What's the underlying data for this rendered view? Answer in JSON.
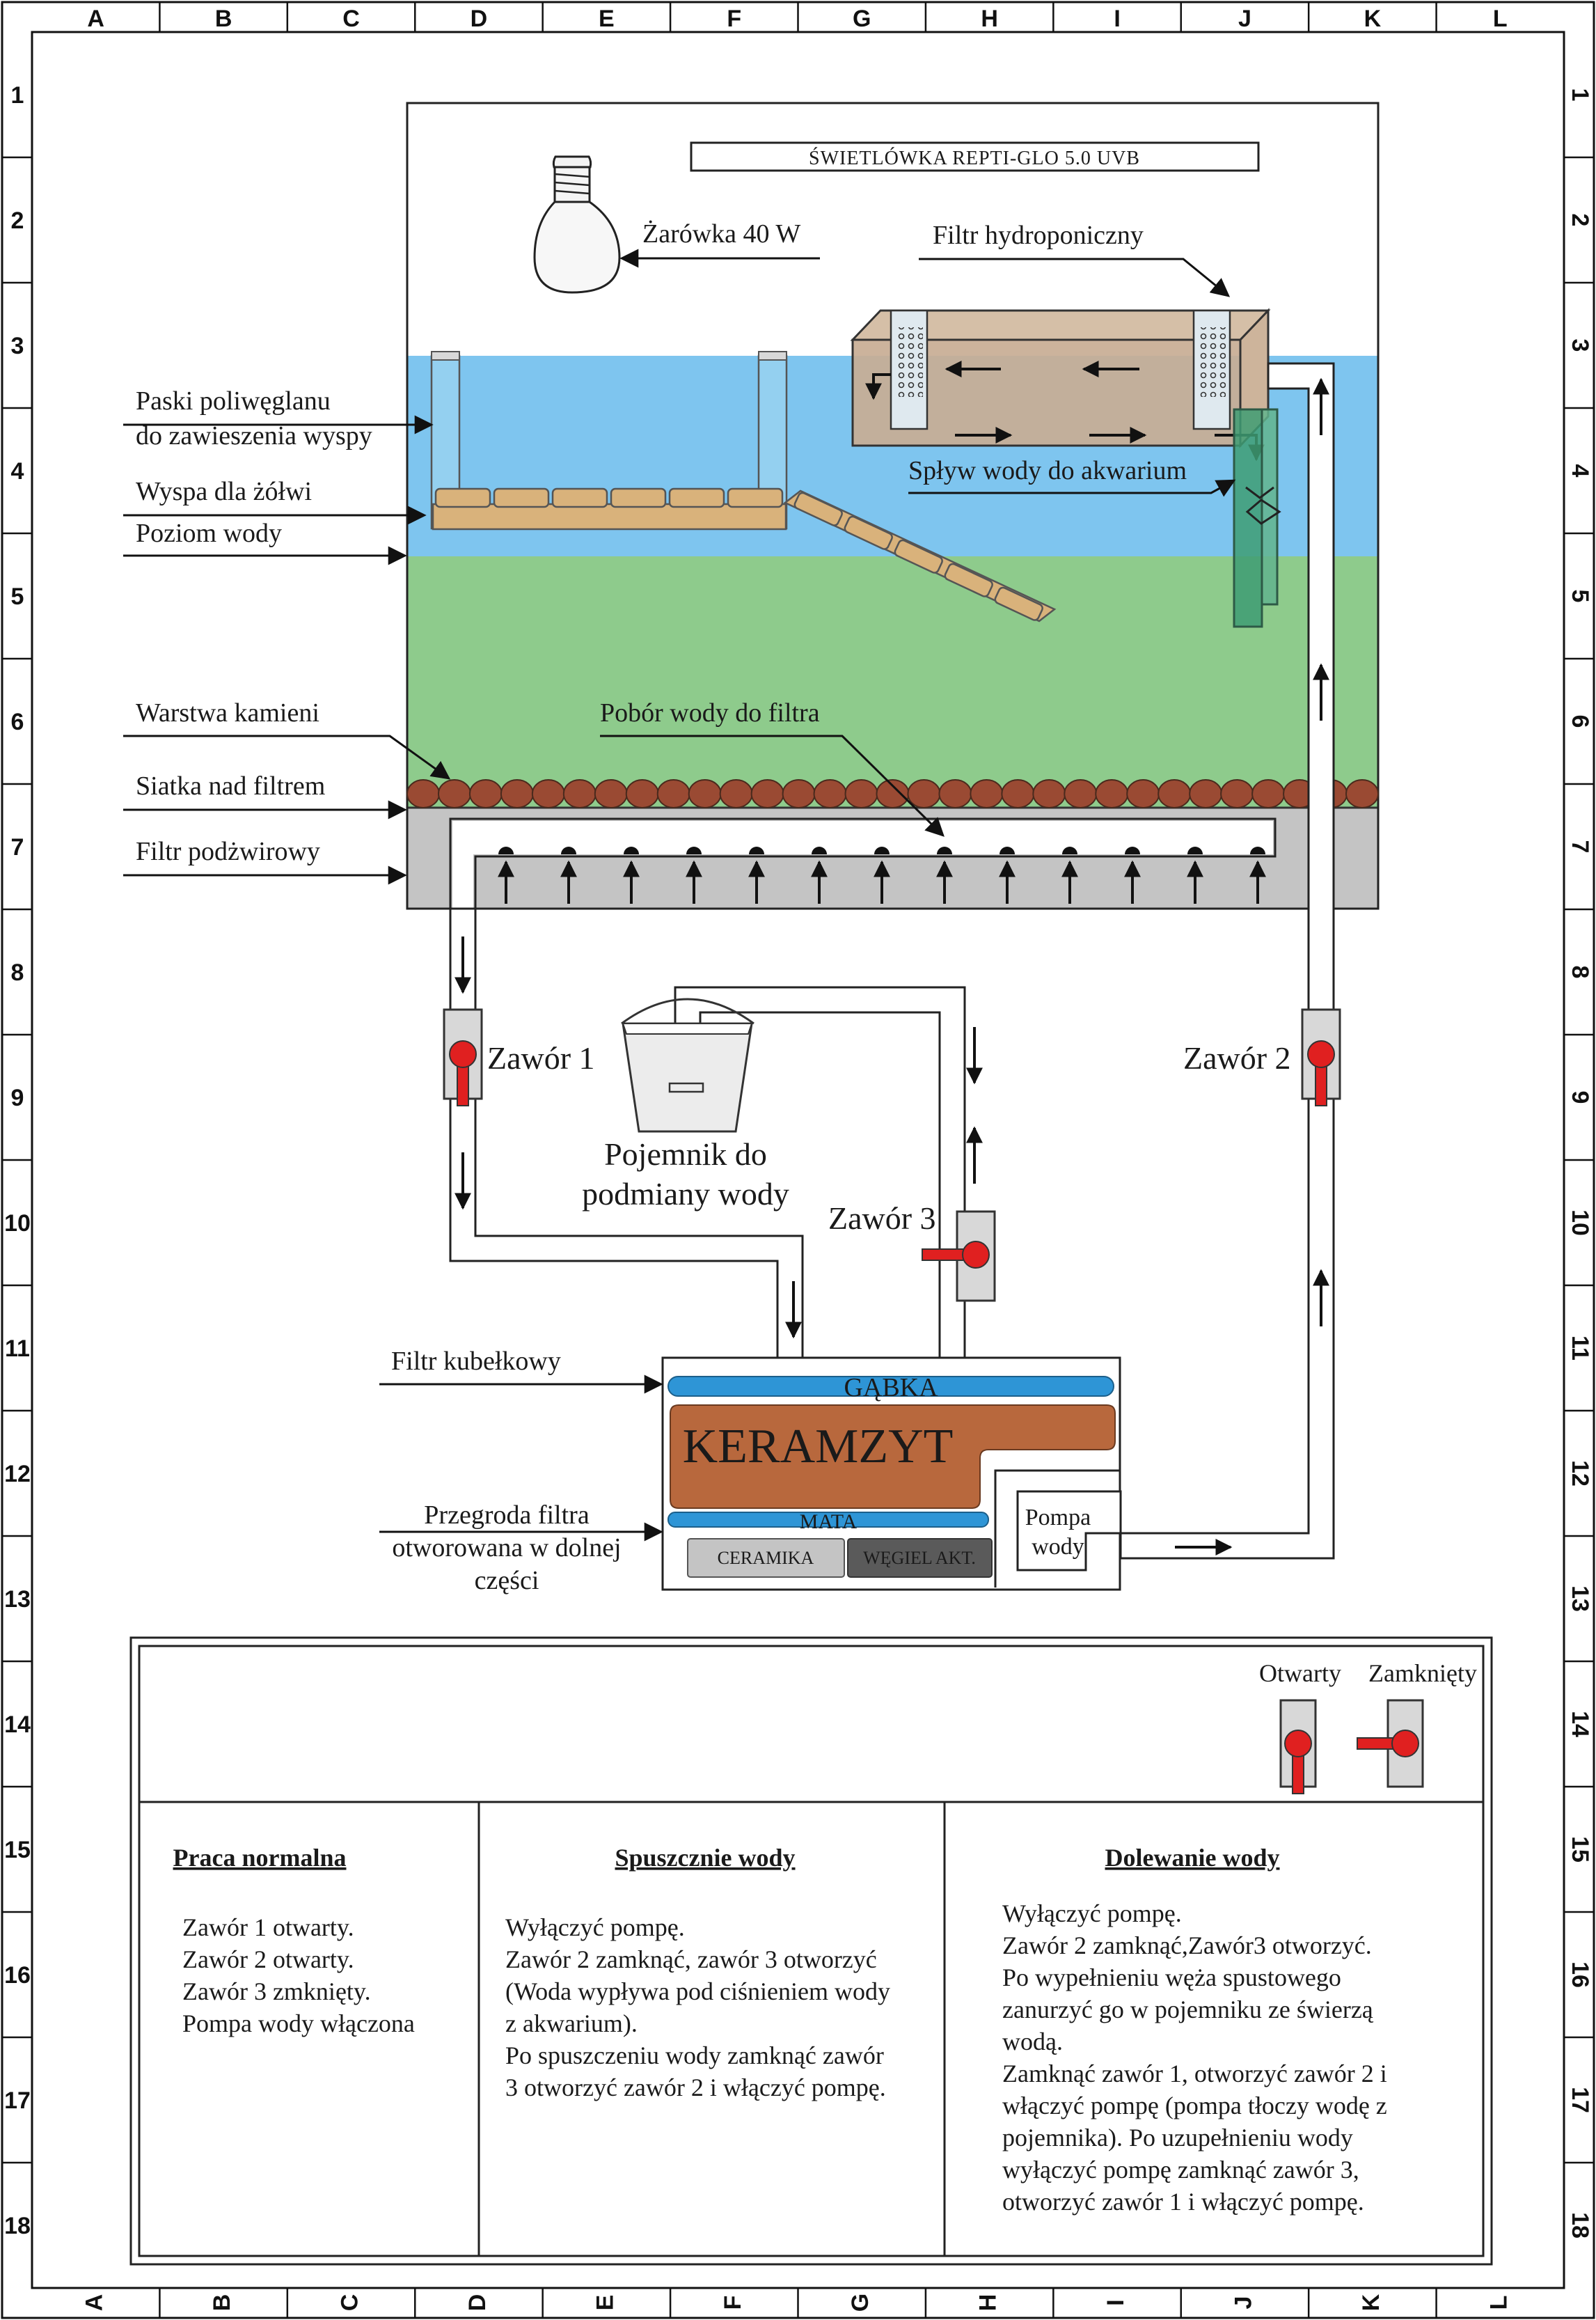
{
  "grid": {
    "columns": [
      "A",
      "B",
      "C",
      "D",
      "E",
      "F",
      "G",
      "H",
      "I",
      "J",
      "K",
      "L"
    ],
    "rows": [
      "1",
      "2",
      "3",
      "4",
      "5",
      "6",
      "7",
      "8",
      "9",
      "10",
      "11",
      "12",
      "13",
      "14",
      "15",
      "16",
      "17",
      "18"
    ]
  },
  "labels": {
    "lamp_uvb": "ŚWIETLÓWKA REPTI-GLO 5.0 UVB",
    "bulb": "Żarówka 40 W",
    "hydro_filter": "Filtr hydroponiczny",
    "strips_1": "Paski poliwęglanu",
    "strips_2": "do zawieszenia wyspy",
    "island": "Wyspa dla żółwi",
    "water_level": "Poziom wody",
    "outflow": "Spływ wody do akwarium",
    "stones": "Warstwa kamieni",
    "mesh": "Siatka nad filtrem",
    "intake": "Pobór wody do filtra",
    "undergravel": "Filtr podżwirowy",
    "valve1": "Zawór 1",
    "valve2": "Zawór 2",
    "valve3": "Zawór 3",
    "container_1": "Pojemnik do",
    "container_2": "podmiany wody",
    "canister": "Filtr kubełkowy",
    "sponge": "GĄBKA",
    "keramzyt": "KERAMZYT",
    "mat": "MATA",
    "ceramics": "CERAMIKA",
    "carbon": "WĘGIEL AKT.",
    "pump_1": "Pompa",
    "pump_2": "wody",
    "partition_1": "Przegroda filtra",
    "partition_2": "otworowana w dolnej",
    "partition_3": "części"
  },
  "legend": {
    "open": "Otwarty",
    "closed": "Zamknięty"
  },
  "table": [
    {
      "title": "Praca normalna",
      "lines": [
        "Zawór 1 otwarty.",
        "Zawór 2 otwarty.",
        "Zawór 3 zmknięty.",
        "Pompa wody włączona"
      ]
    },
    {
      "title": "Spuszcznie wody",
      "lines": [
        "Wyłączyć pompę.",
        "Zawór 2 zamknąć, zawór 3 otworzyć",
        "(Woda wypływa pod ciśnieniem wody",
        "z akwarium).",
        "Po spuszczeniu wody zamknąć zawór",
        "3 otworzyć zawór 2 i włączyć pompę."
      ]
    },
    {
      "title": "Dolewanie wody",
      "lines": [
        "Wyłączyć pompę.",
        "Zawór 2 zamknąć,Zawór3 otworzyć.",
        "Po wypełnieniu węża spustowego",
        "zanurzyć go w pojemniku ze świerzą",
        "wodą.",
        "Zamknąć zawór 1, otworzyć zawór 2 i",
        "włączyć pompę (pompa tłoczy wodę z",
        "pojemnika). Po uzupełnieniu wody",
        "wyłączyć pompę zamknąć zawór 3,",
        "otworzyć zawór 1 i włączyć pompę."
      ]
    }
  ],
  "colors": {
    "water": "#7ec5ef",
    "gravel": "#8ecb8c",
    "filter_bed": "#c4c4c4",
    "stone": "#9a4a33",
    "keramzyt": "#b8683d",
    "sponge": "#2e95d6",
    "valve_handle": "#e02020",
    "island": "#d9b27b"
  }
}
